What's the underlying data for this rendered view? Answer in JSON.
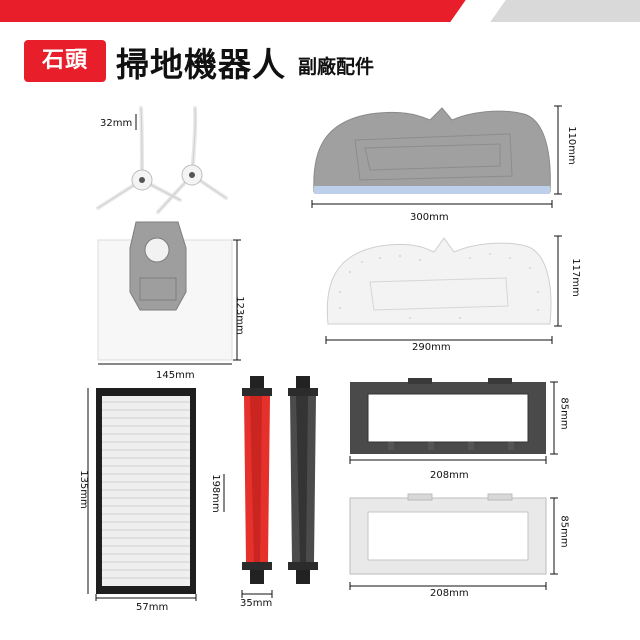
{
  "header": {
    "brand": "石頭",
    "title": "掃地機器人",
    "subtitle": "副廠配件"
  },
  "parts": {
    "side_brush": {
      "dim": "32mm"
    },
    "mop_gray": {
      "width": "300mm",
      "height": "110mm"
    },
    "dust_bag": {
      "width": "145mm",
      "height": "123mm"
    },
    "mop_white": {
      "width": "290mm",
      "height": "117mm"
    },
    "hepa_filter": {
      "width": "57mm",
      "height": "135mm"
    },
    "roller_brush": {
      "width": "35mm",
      "height": "198mm"
    },
    "mop_bracket_dark": {
      "width": "208mm",
      "height": "85mm"
    },
    "mop_bracket_white": {
      "width": "208mm",
      "height": "85mm"
    }
  },
  "colors": {
    "brand_red": "#e81e2b",
    "mop_gray": "#9a9a9a",
    "bracket_dark": "#4a4a4a"
  }
}
